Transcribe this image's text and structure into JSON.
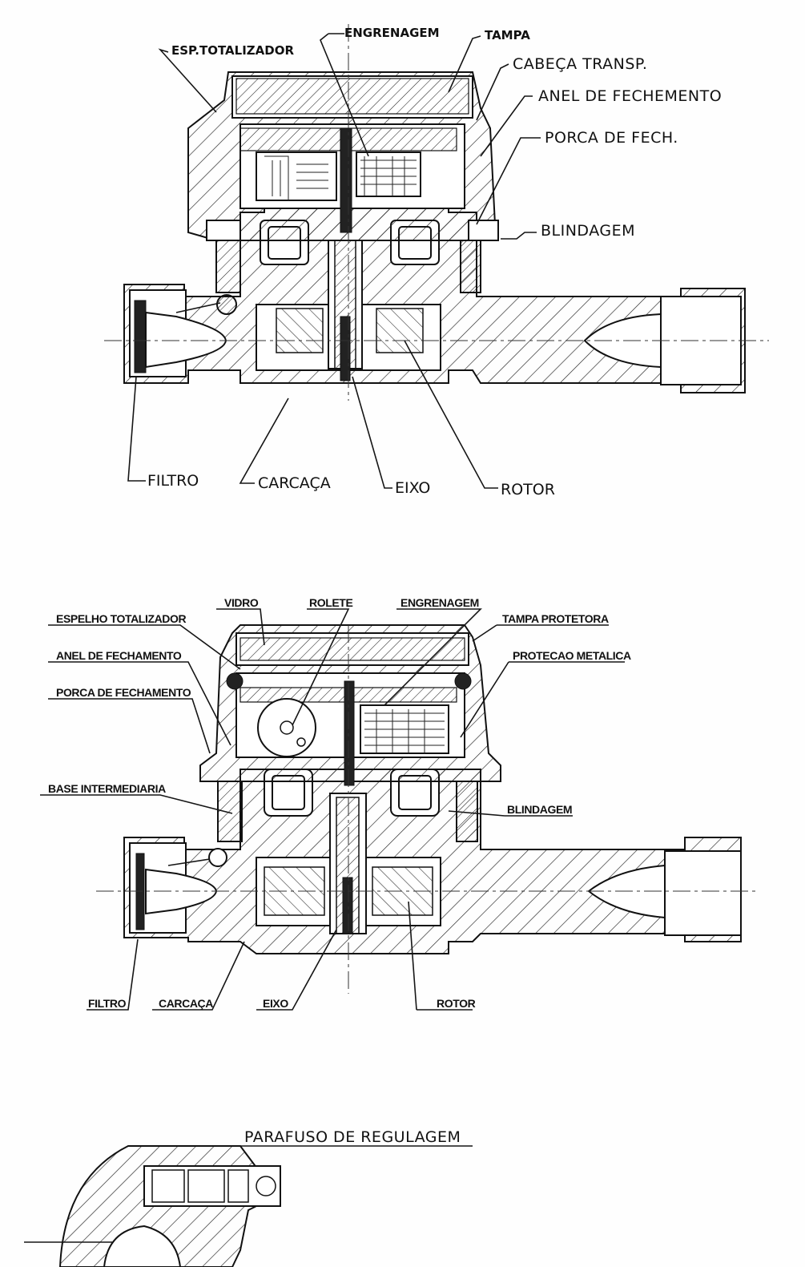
{
  "figure1": {
    "labels": {
      "engrenagem": "ENGRENAGEM",
      "tampa": "TAMPA",
      "esp_totalizador": "ESP.TOTALIZADOR",
      "cabeca_transp": "CABEÇA TRANSP.",
      "anel_fechemento": "ANEL DE FECHEMENTO",
      "porca_fech": "PORCA DE FECH.",
      "blindagem": "BLINDAGEM",
      "filtro": "FILTRO",
      "carcaca": "CARCAÇA",
      "eixo": "EIXO",
      "rotor": "ROTOR"
    }
  },
  "figure2": {
    "labels": {
      "vidro": "VIDRO",
      "rolete": "ROLETE",
      "engrenagem": "ENGRENAGEM",
      "espelho_totalizador": "ESPELHO TOTALIZADOR",
      "tampa_protetora": "TAMPA PROTETORA",
      "anel_fechamento": "ANEL DE FECHAMENTO",
      "protecao_metalica": "PROTECAO METALICA",
      "porca_fechamento": "PORCA DE FECHAMENTO",
      "base_intermediaria": "BASE INTERMEDIARIA",
      "blindagem": "BLINDAGEM",
      "filtro": "FILTRO",
      "carcaca": "CARCAÇA",
      "eixo": "EIXO",
      "rotor": "ROTOR"
    }
  },
  "figure3": {
    "labels": {
      "parafuso_regulagem": "PARAFUSO DE REGULAGEM"
    }
  }
}
